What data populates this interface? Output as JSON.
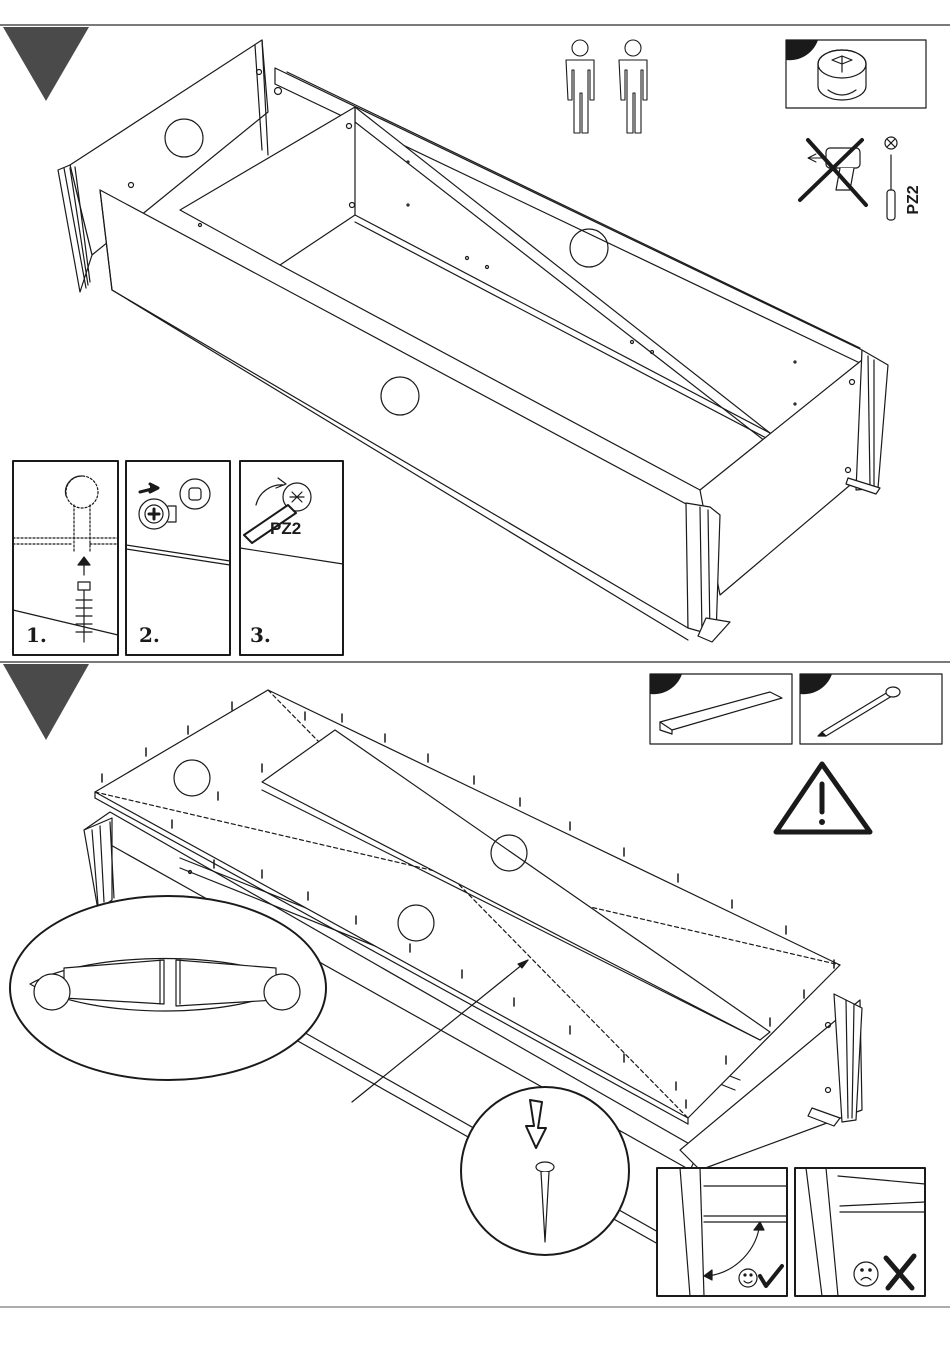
{
  "tool": {
    "screwdriver_label": "PZ2"
  },
  "substeps": [
    {
      "label": "1."
    },
    {
      "label": "2."
    },
    {
      "label": "3.",
      "tool_label": "PZ2"
    }
  ],
  "colors": {
    "line": "#1a1a1a",
    "step_marker": "#4a4a4a",
    "rule": "#7a7a7a"
  },
  "icons": {
    "step_markers": [
      "triangle-marker-icon",
      "triangle-marker-icon"
    ],
    "people": "two-person-icon",
    "no_drill": "no-power-drill-icon",
    "warning": "warning-triangle-icon"
  }
}
